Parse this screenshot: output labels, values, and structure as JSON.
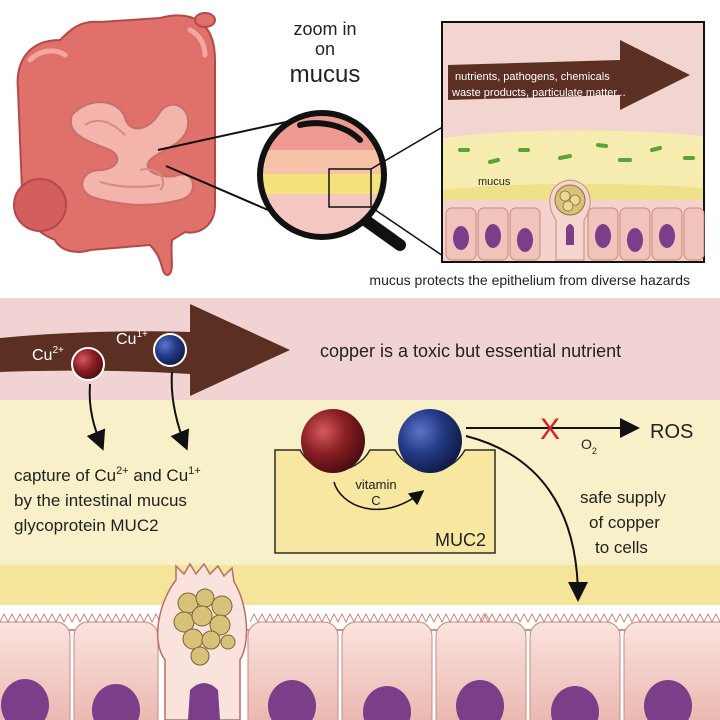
{
  "top": {
    "zoom_line1": "zoom in",
    "zoom_line2": "on",
    "zoom_line3": "mucus",
    "inset_arrow_line1": "nutrients, pathogens, chemicals",
    "inset_arrow_line2": "waste products, particulate matter...",
    "inset_mucus_label": "mucus",
    "caption": "mucus protects the epithelium from diverse hazards"
  },
  "bottom": {
    "cu2_base": "Cu",
    "cu2_sup": "2+",
    "cu1_base": "Cu",
    "cu1_sup": "1+",
    "banner_text": "copper is a toxic but essential nutrient",
    "capture_line1_a": "capture of Cu",
    "capture_line1_sup1": "2+",
    "capture_line1_b": " and Cu",
    "capture_line1_sup2": "1+",
    "capture_line2": "by the intestinal mucus",
    "capture_line3": "glycoprotein MUC2",
    "x_mark": "X",
    "o2_base": "O",
    "o2_sub": "2",
    "ros_label": "ROS",
    "vitamin_line1": "vitamin",
    "vitamin_line2": "C",
    "muc2_label": "MUC2",
    "supply_line1": "safe supply",
    "supply_line2": "of copper",
    "supply_line3": "to cells"
  },
  "colors": {
    "cu2": "#7a1a1e",
    "cu1": "#1e2f6b",
    "arrow_brown": "#5c2f23",
    "pink_band": "#f0d3d2",
    "yellow_band": "#f8f0c8",
    "mucus_yellow": "#f3e7a0",
    "cell_pink": "#f2cdc7",
    "nucleus": "#7b3f8a",
    "intestine": "#e0706a",
    "red_x": "#d81f26"
  }
}
